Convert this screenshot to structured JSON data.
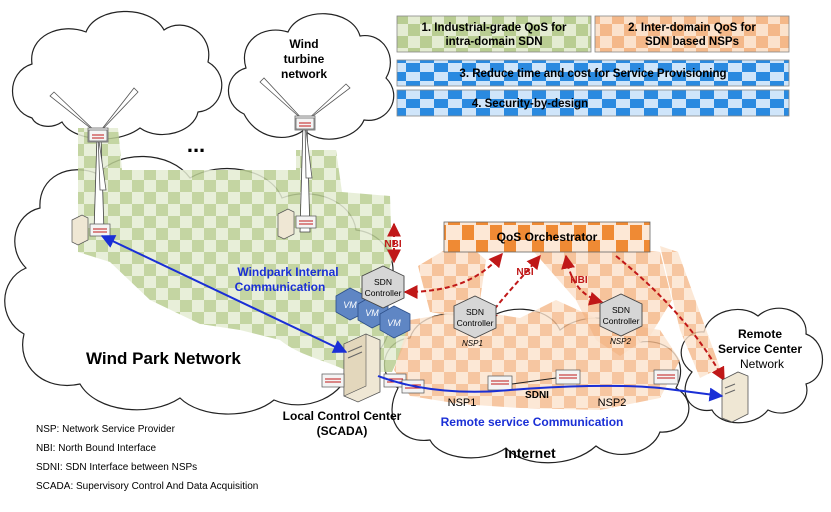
{
  "goals": [
    {
      "line1": "1. Industrial-grade QoS for",
      "line2": "intra-domain SDN"
    },
    {
      "line1": "2. Inter-domain QoS for",
      "line2": "SDN based NSPs"
    },
    {
      "line1": "3. Reduce time and cost for Service Provisioning"
    },
    {
      "line1": "4. Security-by-design"
    }
  ],
  "labels": {
    "ellipsis": "...",
    "wind_turbine_network": [
      "Wind",
      "turbine",
      "network"
    ],
    "wind_park_network": "Wind Park Network",
    "windpark_internal": [
      "Windpark Internal",
      "Communication"
    ],
    "local_control_center": [
      "Local Control Center",
      "(SCADA)"
    ],
    "remote_service_center": [
      "Remote",
      "Service Center"
    ],
    "network": "Network",
    "internet": "Internet",
    "remote_service_comm": "Remote service Communication",
    "qos_orchestrator": "QoS Orchestrator",
    "nbi": "NBI",
    "sdn_controller": [
      "SDN",
      "Controller"
    ],
    "vm": "VM",
    "nsp1": "NSP1",
    "nsp2": "NSP2",
    "sdni": "SDNI"
  },
  "legend": [
    "NSP: Network Service Provider",
    "NBI: North Bound Interface",
    "SDNI: SDN Interface between NSPs",
    "SCADA: Supervisory Control And Data Acquisition"
  ],
  "colors": {
    "green": "#c9d8a8",
    "orange": "#f6c79e",
    "blue": "#1e7fd8",
    "arrow_blue": "#1a2fd6",
    "arrow_red": "#c01818",
    "text_blue": "#1a2fd6"
  }
}
